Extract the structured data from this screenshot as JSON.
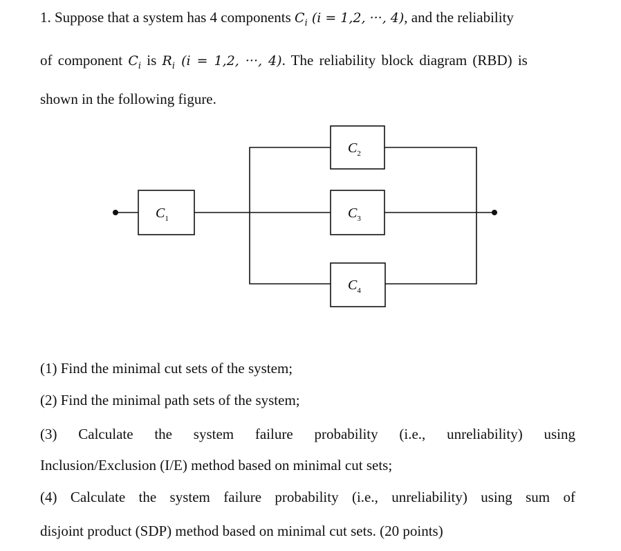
{
  "problem": {
    "line1": {
      "a": "1. Suppose that a system has 4 components ",
      "ci": "C",
      "ci_sub": "i",
      "paren": "(i = 1,2, ···, 4)",
      "b": ", and the reliability"
    },
    "line2": {
      "a": "of component ",
      "ci": "C",
      "ci_sub": "i",
      "is": " is ",
      "ri": "R",
      "ri_sub": "i",
      "paren": "(i = 1,2, ···, 4)",
      "b": ". The reliability block diagram (RBD) is"
    },
    "line3": "shown in the following figure."
  },
  "diagram": {
    "blocks": [
      {
        "name": "C",
        "sub": "1"
      },
      {
        "name": "C",
        "sub": "2"
      },
      {
        "name": "C",
        "sub": "3"
      },
      {
        "name": "C",
        "sub": "4"
      }
    ]
  },
  "questions": {
    "q1": "(1) Find the minimal cut sets of the system;",
    "q2": "(2) Find the minimal path sets of the system;",
    "q3a": "(3) Calculate the system failure probability (i.e., unreliability) using",
    "q3b": "Inclusion/Exclusion (I/E) method based on minimal cut sets;",
    "q4a": "(4) Calculate the system failure probability (i.e., unreliability) using sum of",
    "q4b": "disjoint product (SDP) method based on minimal cut sets. (20 points)"
  }
}
